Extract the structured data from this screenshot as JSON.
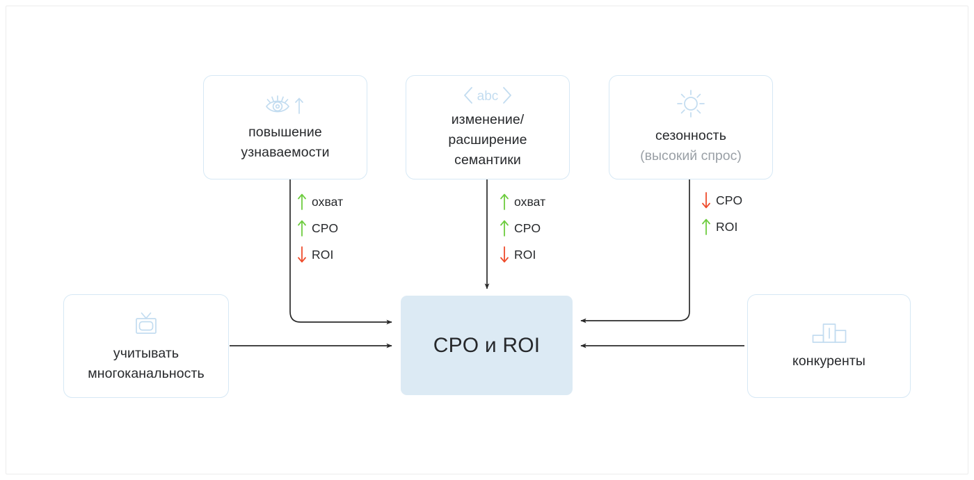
{
  "diagram": {
    "title": "CPO and ROI influence factors",
    "colors": {
      "node_border": "#d6e8f5",
      "node_bg": "#ffffff",
      "target_bg": "#dceaf4",
      "icon": "#c2dcf0",
      "text": "#26282b",
      "muted_text": "#9aa0a6",
      "arrow_up": "#6dcc3f",
      "arrow_down": "#ee4b2b",
      "wire": "#2a2a2a"
    },
    "nodes": [
      {
        "id": "awareness",
        "icon": "eye-up-icon",
        "label": "повышение\nузнаваемости",
        "sublabel": ""
      },
      {
        "id": "semantics",
        "icon": "abc-brackets-icon",
        "label": "изменение/\nрасширение\nсемантики",
        "sublabel": ""
      },
      {
        "id": "seasonality",
        "icon": "sun-icon",
        "label": "сезонность",
        "sublabel": "(высокий спрос)"
      },
      {
        "id": "multichannel",
        "icon": "tv-icon",
        "label": "учитывать\nмногоканальность",
        "sublabel": ""
      },
      {
        "id": "competitors",
        "icon": "podium-icon",
        "label": "конкуренты",
        "sublabel": ""
      },
      {
        "id": "target",
        "icon": "",
        "label": "CPO и ROI",
        "sublabel": ""
      }
    ],
    "kpi_groups": [
      {
        "id": "awareness-kpis",
        "source": "awareness",
        "items": [
          {
            "direction": "up",
            "metric": "охват"
          },
          {
            "direction": "up",
            "metric": "CPO"
          },
          {
            "direction": "down",
            "metric": "ROI"
          }
        ]
      },
      {
        "id": "semantics-kpis",
        "source": "semantics",
        "items": [
          {
            "direction": "up",
            "metric": "охват"
          },
          {
            "direction": "up",
            "metric": "CPO"
          },
          {
            "direction": "down",
            "metric": "ROI"
          }
        ]
      },
      {
        "id": "seasonality-kpis",
        "source": "seasonality",
        "items": [
          {
            "direction": "down",
            "metric": "CPO"
          },
          {
            "direction": "up",
            "metric": "ROI"
          }
        ]
      }
    ],
    "edges": [
      {
        "id": "edge-awareness-to-target",
        "from": "awareness",
        "to": "target",
        "shape": "elbow-down-right"
      },
      {
        "id": "edge-semantics-to-target",
        "from": "semantics",
        "to": "target",
        "shape": "straight-down"
      },
      {
        "id": "edge-seasonality-to-target",
        "from": "seasonality",
        "to": "target",
        "shape": "elbow-down-left"
      },
      {
        "id": "edge-multichannel-to-target",
        "from": "multichannel",
        "to": "target",
        "shape": "straight-right"
      },
      {
        "id": "edge-competitors-to-target",
        "from": "competitors",
        "to": "target",
        "shape": "straight-left"
      }
    ]
  }
}
